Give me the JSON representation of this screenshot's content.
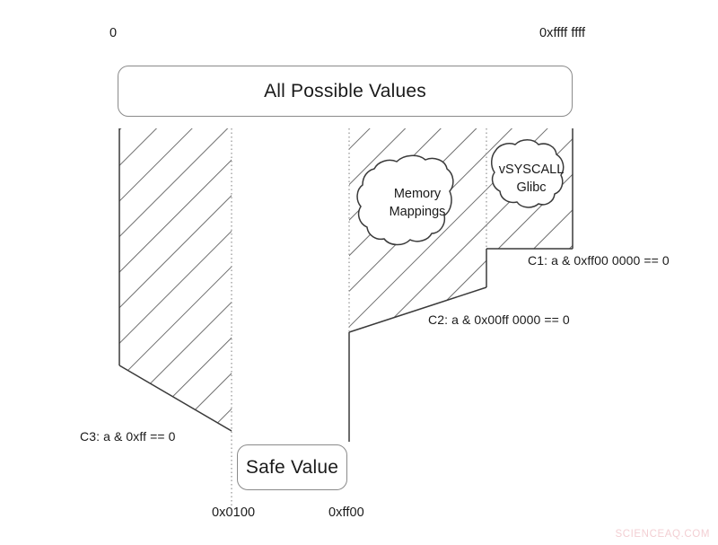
{
  "diagram": {
    "title_box": {
      "label": "All Possible Values"
    },
    "safe_box": {
      "label": "Safe Value"
    },
    "range_labels": {
      "left": "0",
      "right": "0xffff ffff"
    },
    "bottom_labels": {
      "left": "0x0100",
      "right": "0xff00"
    },
    "clouds": [
      {
        "name": "memory-mappings",
        "line1": "Memory",
        "line2": "Mappings"
      },
      {
        "name": "vsyscall-glibc",
        "line1": "vSYSCALL",
        "line2": "Glibc"
      }
    ],
    "conditions": [
      {
        "id": "C1",
        "text": "C1: a & 0xff00 0000 == 0"
      },
      {
        "id": "C2",
        "text": "C2: a & 0x00ff 0000 == 0"
      },
      {
        "id": "C3",
        "text": "C3: a & 0xff == 0"
      }
    ],
    "colors": {
      "stroke": "#3a3a3a",
      "box_border": "#8a8a8a",
      "hatch": "#555555",
      "dotted": "#9a9a9a",
      "text": "#1a1a1a",
      "watermark": "#f3cfd3",
      "background": "#ffffff"
    },
    "watermark": "SCIENCEAQ.COM"
  }
}
